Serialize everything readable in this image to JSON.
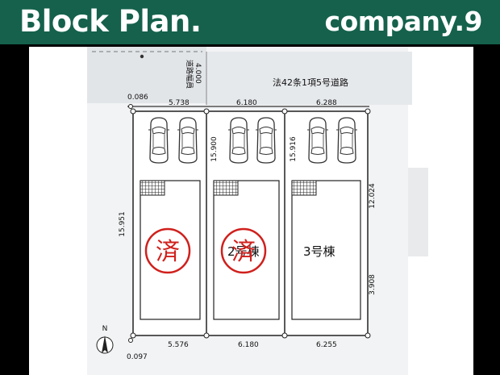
{
  "header": {
    "title": "Block Plan.",
    "company": "company.9"
  },
  "plan": {
    "road_label": "法42条1項5号道路",
    "road_width_label": "道路幅員",
    "road_width_value": "4.000",
    "top_dims": [
      "0.086",
      "5.738",
      "6.180",
      "6.288"
    ],
    "bottom_dims": [
      "0.097",
      "5.576",
      "6.180",
      "6.255"
    ],
    "left_dim": "15.951",
    "inner_dims": [
      "15.900",
      "15.916"
    ],
    "right_dims": [
      "12.024",
      "3.908"
    ],
    "lot_labels": [
      "2号棟",
      "3号棟"
    ],
    "sold_stamp": "済",
    "north_label": "N"
  },
  "colors": {
    "banner": "#15614c",
    "stamp": "#d0201c",
    "road": "#e6e9ec"
  }
}
